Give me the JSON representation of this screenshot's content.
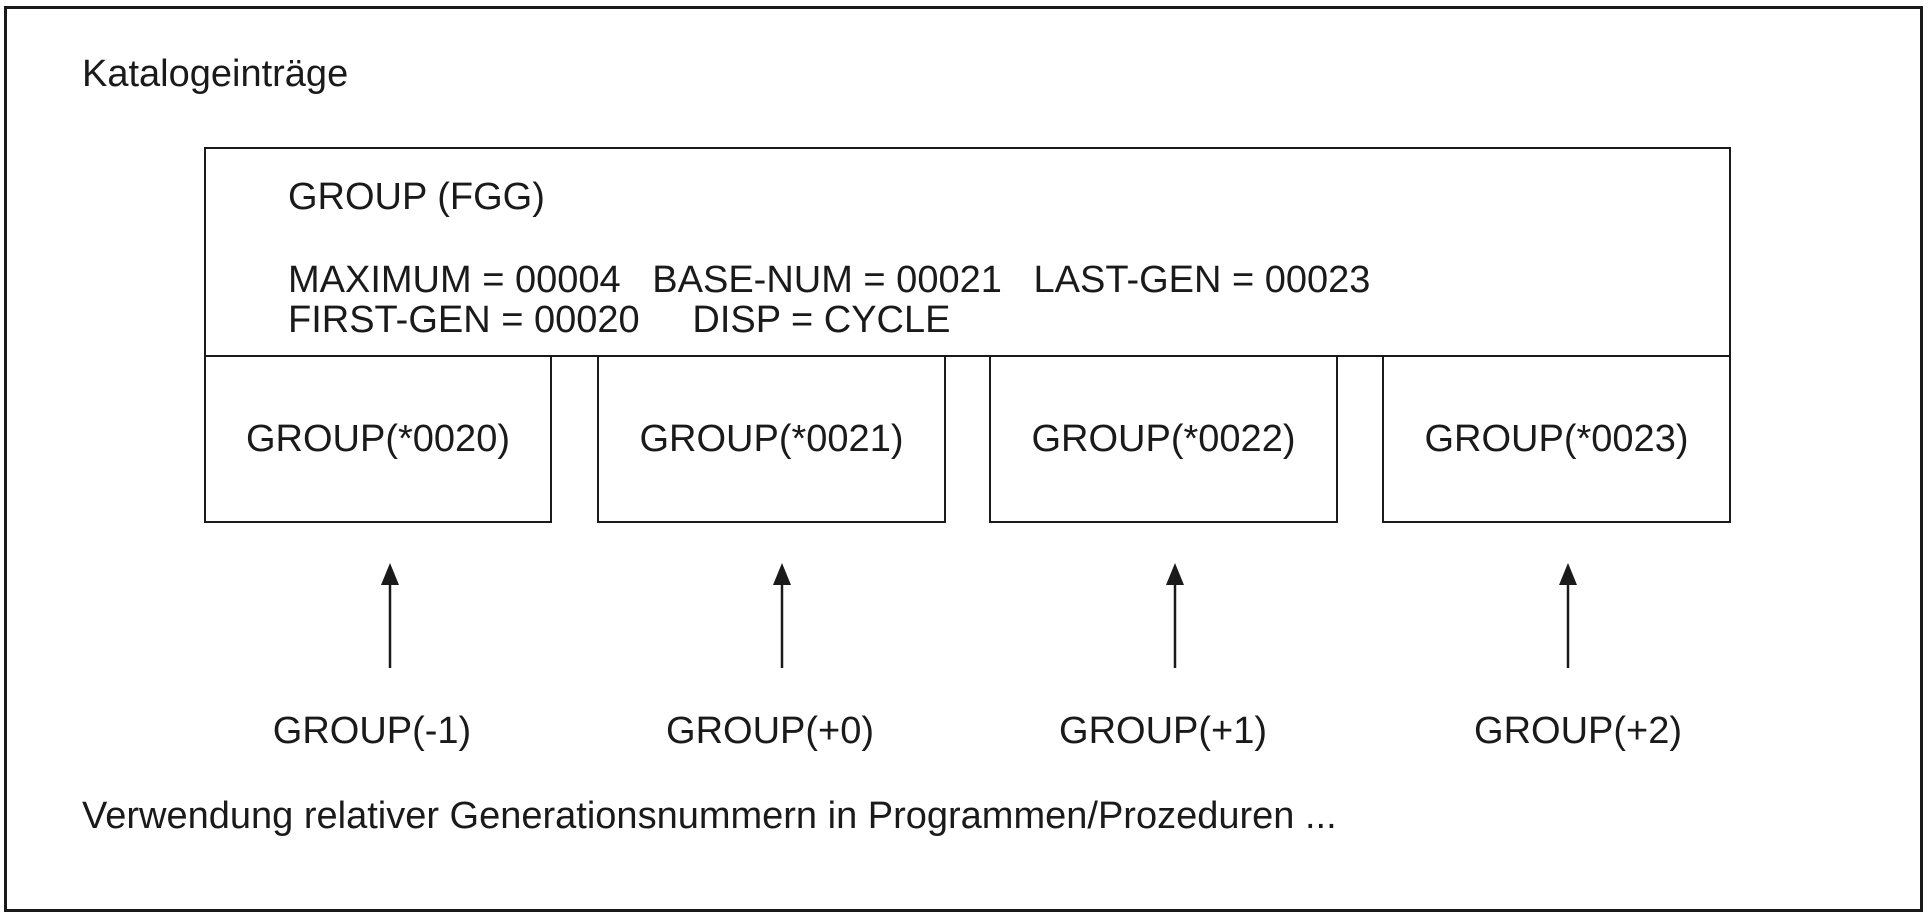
{
  "heading": "Katalogeinträge",
  "group": {
    "title": "GROUP (FGG)",
    "line1": "MAXIMUM = 00004   BASE-NUM = 00021   LAST-GEN = 00023",
    "line2": "FIRST-GEN = 00020     DISP = CYCLE"
  },
  "generations": [
    "GROUP(*0020)",
    "GROUP(*0021)",
    "GROUP(*0022)",
    "GROUP(*0023)"
  ],
  "references": [
    "GROUP(-1)",
    "GROUP(+0)",
    "GROUP(+1)",
    "GROUP(+2)"
  ],
  "footer": "Verwendung relativer Generationsnummern in Programmen/Prozeduren ..."
}
